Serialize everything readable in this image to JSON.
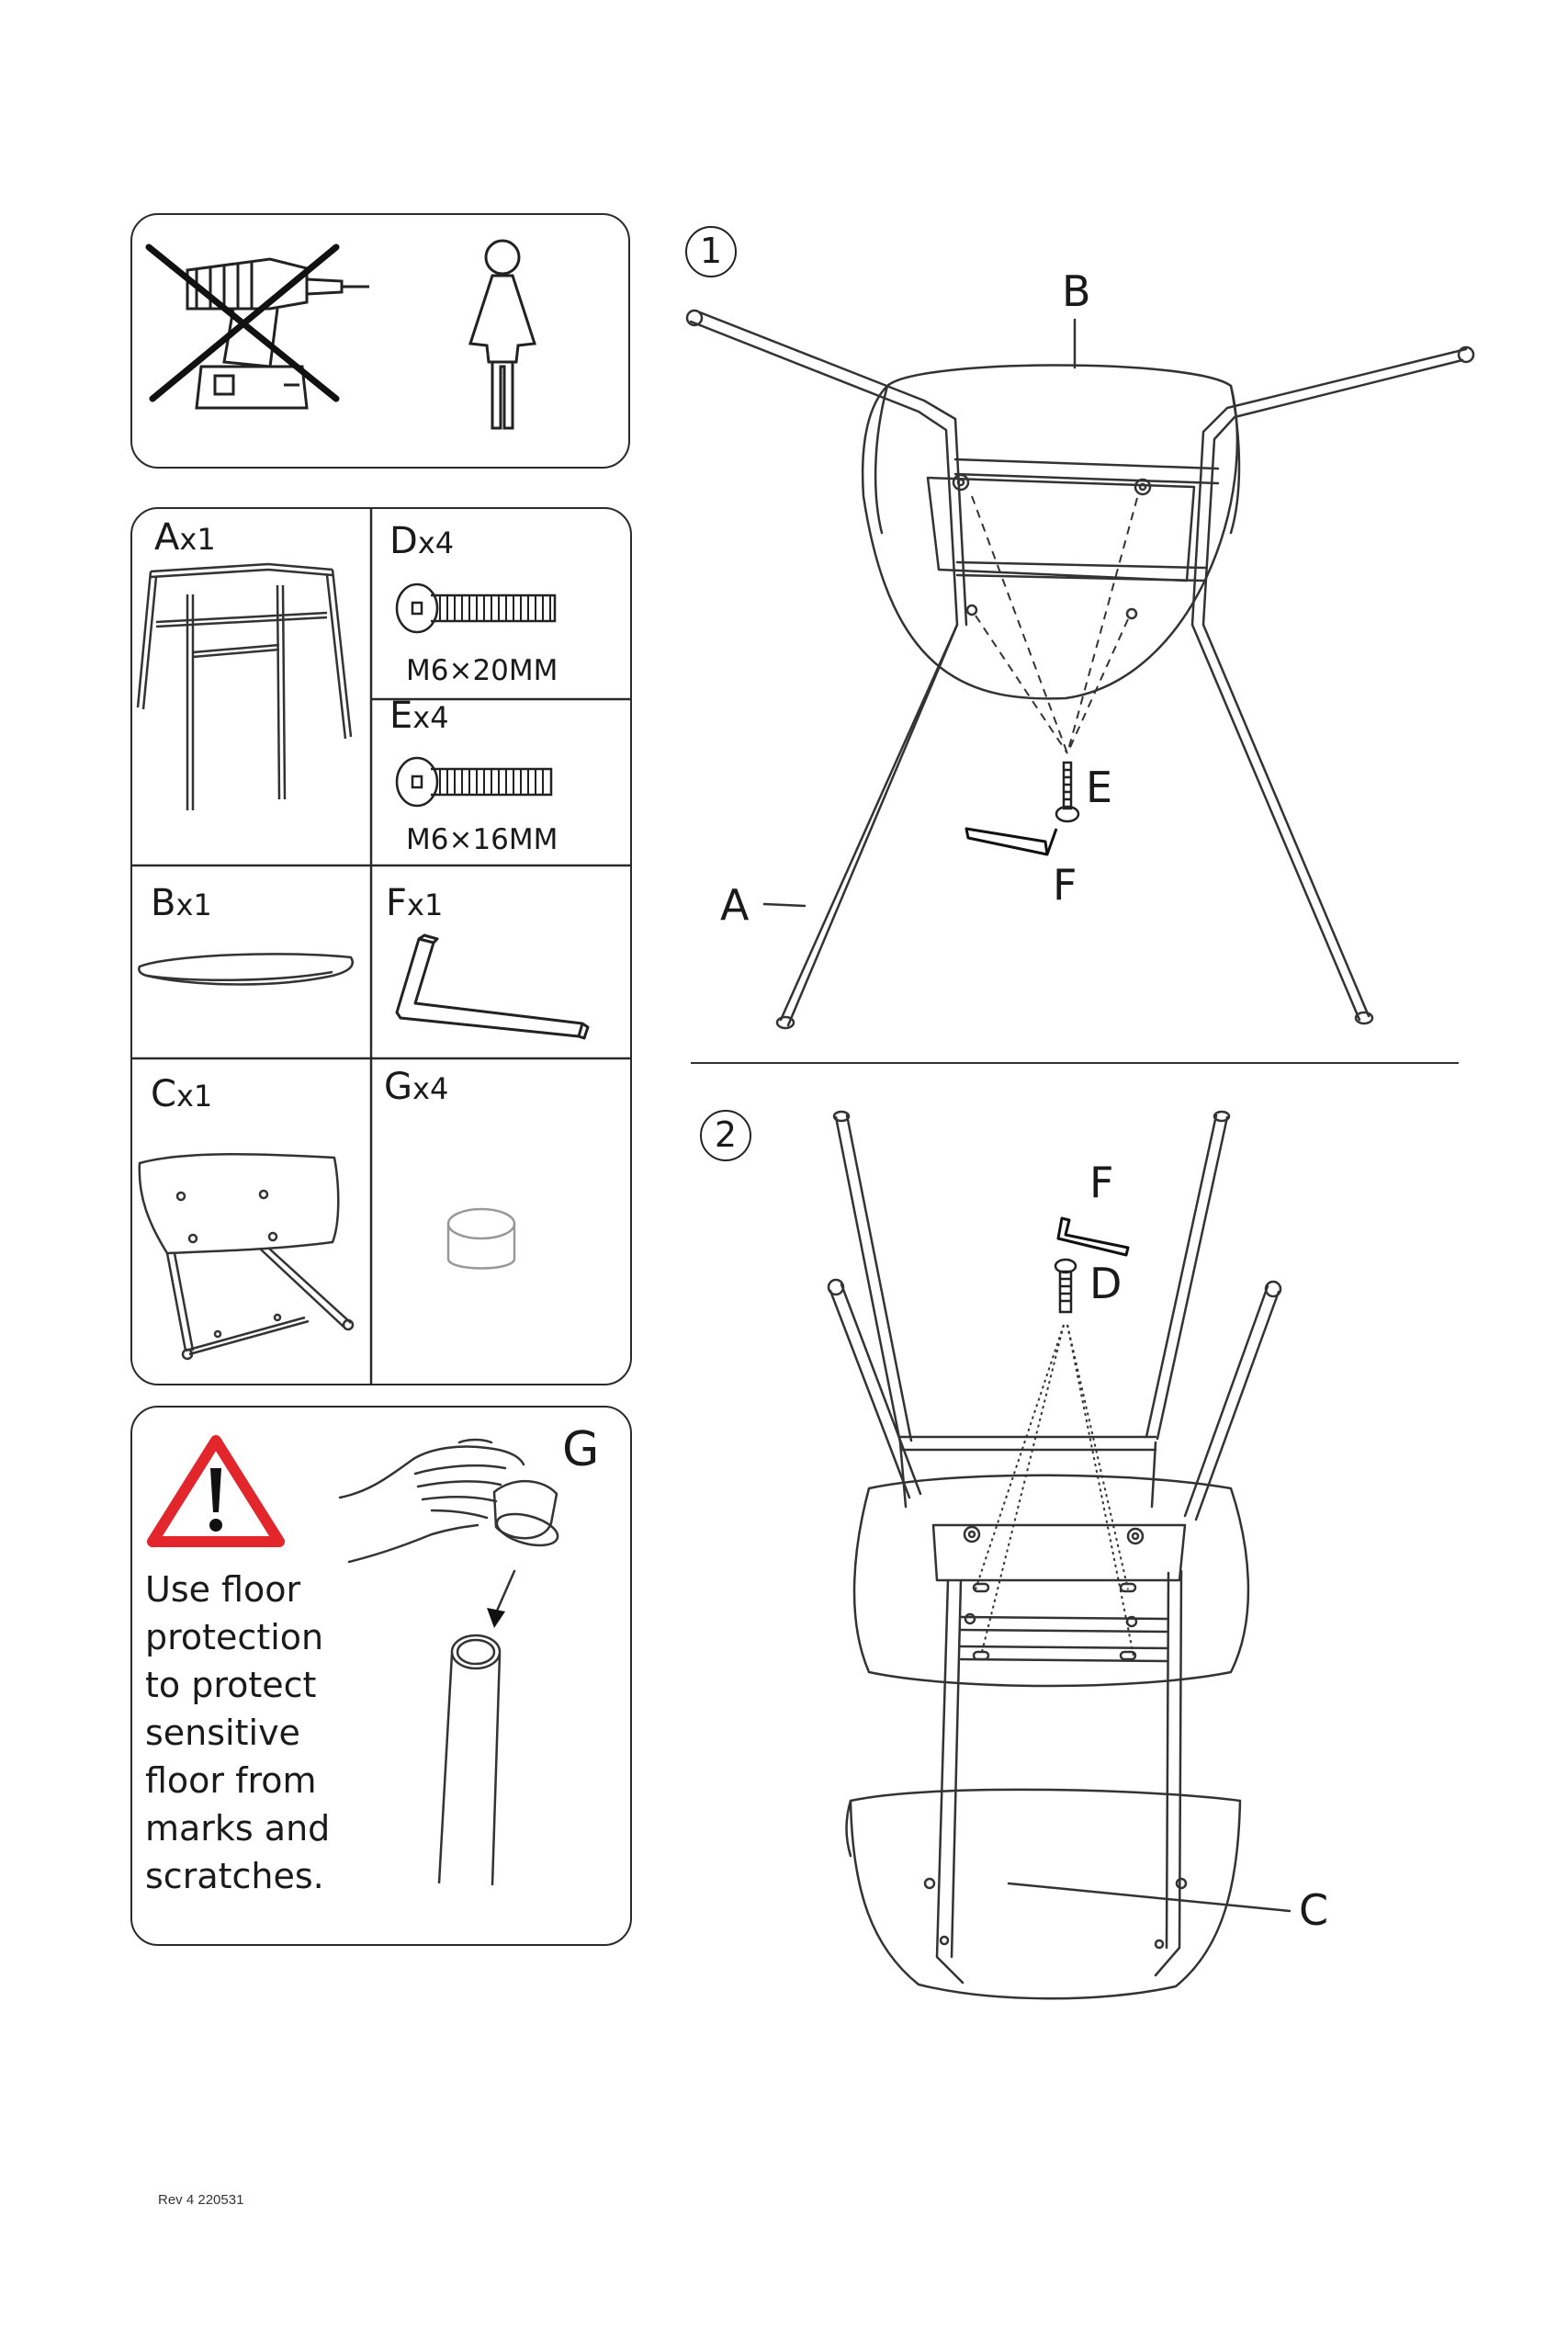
{
  "tools_panel": {
    "no_power_tool_icon": "crossed-out-power-drill",
    "one_person_icon": "one-person-assembly"
  },
  "parts": [
    {
      "id": "A",
      "qty": "x1"
    },
    {
      "id": "D",
      "qty": "x4",
      "spec": "M6×20MM"
    },
    {
      "id": "E",
      "qty": "x4",
      "spec": "M6×16MM"
    },
    {
      "id": "B",
      "qty": "x1"
    },
    {
      "id": "F",
      "qty": "x1"
    },
    {
      "id": "C",
      "qty": "x1"
    },
    {
      "id": "G",
      "qty": "x4"
    }
  ],
  "warning": {
    "lines": [
      "Use floor",
      "protection",
      "to protect",
      "sensitive",
      "floor from",
      "marks and",
      "scratches."
    ],
    "label": "G"
  },
  "step1": {
    "number": "1",
    "labels": {
      "a": "A",
      "b": "B",
      "e": "E",
      "f": "F"
    }
  },
  "step2": {
    "number": "2",
    "labels": {
      "c": "C",
      "d": "D",
      "f": "F"
    }
  },
  "footer": {
    "revision": "Rev 4 220531"
  }
}
